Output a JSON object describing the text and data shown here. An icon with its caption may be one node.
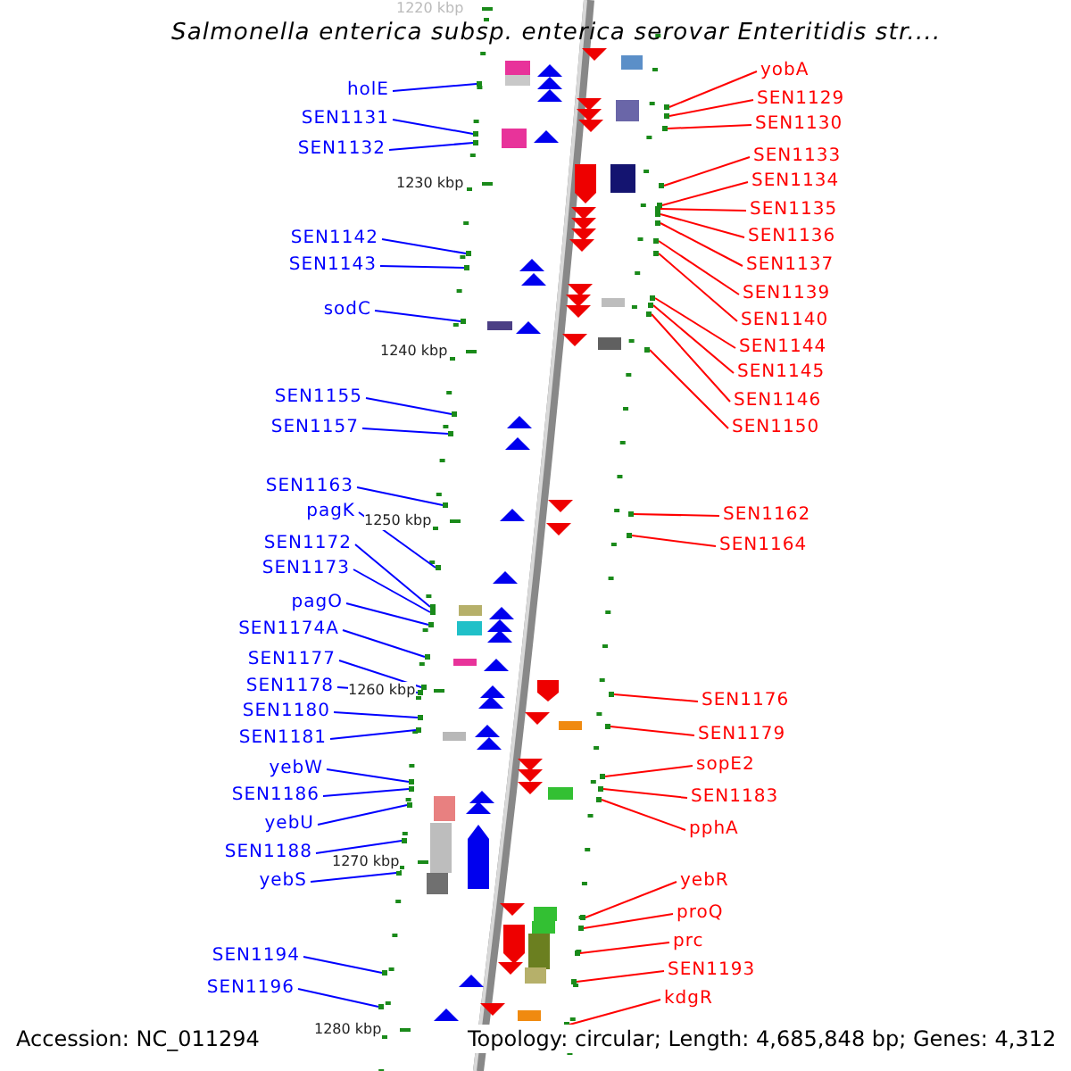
{
  "diagram": {
    "title": "Salmonella enterica subsp. enterica serovar Enteritidis str....",
    "nodes": [
      {
        "text": [
          "holE"
        ]
      },
      {
        "text": [
          "SEN1131"
        ]
      },
      {
        "text": [
          "SEN1132"
        ]
      },
      {
        "text": [
          "SEN1142"
        ]
      },
      {
        "text": [
          "SEN1143"
        ]
      },
      {
        "text": [
          "sodC"
        ]
      },
      {
        "text": [
          "SEN1155"
        ]
      },
      {
        "text": [
          "SEN1157"
        ]
      },
      {
        "text": [
          "SEN1163"
        ]
      },
      {
        "text": [
          "pagK"
        ]
      },
      {
        "text": [
          "SEN1172"
        ]
      },
      {
        "text": [
          "SEN1173"
        ]
      },
      {
        "text": [
          "pagO"
        ]
      },
      {
        "text": [
          "SEN1174A"
        ]
      },
      {
        "text": [
          "SEN1177"
        ]
      },
      {
        "text": [
          "SEN1178"
        ]
      },
      {
        "text": [
          "SEN1180"
        ]
      },
      {
        "text": [
          "SEN1181"
        ]
      },
      {
        "text": [
          "yebW"
        ]
      },
      {
        "text": [
          "SEN1186"
        ]
      },
      {
        "text": [
          "yebU"
        ]
      },
      {
        "text": [
          "SEN1188"
        ]
      },
      {
        "text": [
          "yebS"
        ]
      },
      {
        "text": [
          "SEN1194"
        ]
      },
      {
        "text": [
          "SEN1196"
        ]
      },
      {
        "text": [
          "yobA"
        ]
      },
      {
        "text": [
          "SEN1129"
        ]
      },
      {
        "text": [
          "SEN1130"
        ]
      },
      {
        "text": [
          "SEN1133"
        ]
      },
      {
        "text": [
          "SEN1134"
        ]
      },
      {
        "text": [
          "SEN1135"
        ]
      },
      {
        "text": [
          "SEN1136"
        ]
      },
      {
        "text": [
          "SEN1137"
        ]
      },
      {
        "text": [
          "SEN1139"
        ]
      },
      {
        "text": [
          "SEN1140"
        ]
      },
      {
        "text": [
          "SEN1144"
        ]
      },
      {
        "text": [
          "SEN1145"
        ]
      },
      {
        "text": [
          "SEN1146"
        ]
      },
      {
        "text": [
          "SEN1150"
        ]
      },
      {
        "text": [
          "SEN1162"
        ]
      },
      {
        "text": [
          "SEN1164"
        ]
      },
      {
        "text": [
          "SEN1176"
        ]
      },
      {
        "text": [
          "SEN1179"
        ]
      },
      {
        "text": [
          "sopE2"
        ]
      },
      {
        "text": [
          "SEN1183"
        ]
      },
      {
        "text": [
          "pphA"
        ]
      },
      {
        "text": [
          "yebR"
        ]
      },
      {
        "text": [
          "proQ"
        ]
      },
      {
        "text": [
          "prc"
        ]
      },
      {
        "text": [
          "SEN1193"
        ]
      },
      {
        "text": [
          "kdgR"
        ]
      },
      {
        "text": [],
        "shape": "bar"
      },
      {
        "text": [],
        "shape": "bar"
      },
      {
        "text": [],
        "shape": "bar"
      },
      {
        "text": [],
        "shape": "bar"
      },
      {
        "text": [],
        "shape": "bar"
      },
      {
        "text": [],
        "shape": "bar"
      },
      {
        "text": [],
        "shape": "bar"
      },
      {
        "text": [],
        "shape": "bar"
      },
      {
        "text": [],
        "shape": "bar"
      },
      {
        "text": [],
        "shape": "bar"
      },
      {
        "text": [],
        "shape": "bar"
      },
      {
        "text": [],
        "shape": "bar"
      },
      {
        "text": [],
        "shape": "bar"
      },
      {
        "text": [],
        "shape": "bar"
      },
      {
        "text": [],
        "shape": "bar"
      },
      {
        "text": [],
        "shape": "bar"
      },
      {
        "text": [],
        "shape": "bar"
      },
      {
        "text": [],
        "shape": "bar"
      },
      {
        "text": [],
        "shape": "bar"
      },
      {
        "text": [],
        "shape": "bar"
      },
      {
        "text": [],
        "shape": "bar"
      },
      {
        "text": [],
        "shape": "bar"
      },
      {
        "text": [],
        "shape": "bar"
      },
      {
        "text": [],
        "shape": "bar"
      },
      {
        "text": [],
        "shape": "bar"
      },
      {
        "text": [],
        "shape": "bar"
      },
      {
        "text": [],
        "shape": "bar"
      },
      {
        "text": [],
        "shape": "bar"
      },
      {
        "text": [],
        "shape": "bar"
      },
      {
        "text": [],
        "shape": "bar"
      },
      {
        "text": [],
        "shape": "bar"
      },
      {
        "text": [],
        "shape": "bar"
      },
      {
        "text": [],
        "shape": "bar"
      },
      {
        "text": [],
        "shape": "bar"
      },
      {
        "text": [],
        "shape": "bar"
      },
      {
        "text": [],
        "shape": "bar"
      },
      {
        "text": [],
        "shape": "bar"
      },
      {
        "text": [],
        "shape": "bar"
      },
      {
        "text": [],
        "shape": "bar"
      },
      {
        "text": [],
        "shape": "bar"
      },
      {
        "text": [],
        "shape": "bar"
      },
      {
        "text": [],
        "shape": "bar"
      },
      {
        "text": [],
        "shape": "bar"
      },
      {
        "text": [],
        "shape": "bar"
      },
      {
        "text": [],
        "shape": "bar"
      },
      {
        "text": [],
        "shape": "bar"
      },
      {
        "text": [],
        "shape": "bar"
      },
      {
        "text": [],
        "shape": "bar"
      },
      {
        "text": [],
        "shape": "bar"
      },
      {
        "text": [],
        "shape": "bar"
      },
      {
        "text": [],
        "shape": "bar"
      }
    ],
    "edges": [
      {
        "from": 0,
        "to": 51,
        "arrow": "none",
        "color": "#0000ff"
      },
      {
        "from": 1,
        "to": 52,
        "arrow": "none",
        "color": "#0000ff"
      },
      {
        "from": 2,
        "to": 53,
        "arrow": "none",
        "color": "#0000ff"
      },
      {
        "from": 3,
        "to": 54,
        "arrow": "none",
        "color": "#0000ff"
      },
      {
        "from": 4,
        "to": 55,
        "arrow": "none",
        "color": "#0000ff"
      },
      {
        "from": 5,
        "to": 56,
        "arrow": "none",
        "color": "#0000ff"
      },
      {
        "from": 6,
        "to": 57,
        "arrow": "none",
        "color": "#0000ff"
      },
      {
        "from": 7,
        "to": 58,
        "arrow": "none",
        "color": "#0000ff"
      },
      {
        "from": 8,
        "to": 59,
        "arrow": "none",
        "color": "#0000ff"
      },
      {
        "from": 9,
        "to": 60,
        "arrow": "none",
        "color": "#0000ff"
      },
      {
        "from": 10,
        "to": 61,
        "arrow": "none",
        "color": "#0000ff"
      },
      {
        "from": 11,
        "to": 62,
        "arrow": "none",
        "color": "#0000ff"
      },
      {
        "from": 12,
        "to": 63,
        "arrow": "none",
        "color": "#0000ff"
      },
      {
        "from": 13,
        "to": 64,
        "arrow": "none",
        "color": "#0000ff"
      },
      {
        "from": 14,
        "to": 65,
        "arrow": "none",
        "color": "#0000ff"
      },
      {
        "from": 15,
        "to": 66,
        "arrow": "none",
        "color": "#0000ff"
      },
      {
        "from": 16,
        "to": 67,
        "arrow": "none",
        "color": "#0000ff"
      },
      {
        "from": 17,
        "to": 68,
        "arrow": "none",
        "color": "#0000ff"
      },
      {
        "from": 18,
        "to": 69,
        "arrow": "none",
        "color": "#0000ff"
      },
      {
        "from": 19,
        "to": 70,
        "arrow": "none",
        "color": "#0000ff"
      },
      {
        "from": 20,
        "to": 71,
        "arrow": "none",
        "color": "#0000ff"
      },
      {
        "from": 21,
        "to": 72,
        "arrow": "none",
        "color": "#0000ff"
      },
      {
        "from": 22,
        "to": 73,
        "arrow": "none",
        "color": "#0000ff"
      },
      {
        "from": 23,
        "to": 74,
        "arrow": "none",
        "color": "#0000ff"
      },
      {
        "from": 24,
        "to": 75,
        "arrow": "none",
        "color": "#0000ff"
      },
      {
        "from": 25,
        "to": 76,
        "arrow": "none"
      },
      {
        "from": 26,
        "to": 77,
        "arrow": "none"
      },
      {
        "from": 27,
        "to": 78,
        "arrow": "none"
      },
      {
        "from": 28,
        "to": 79,
        "arrow": "none"
      },
      {
        "from": 29,
        "to": 80,
        "arrow": "none"
      },
      {
        "from": 30,
        "to": 81,
        "arrow": "none"
      },
      {
        "from": 31,
        "to": 82,
        "arrow": "none"
      },
      {
        "from": 32,
        "to": 83,
        "arrow": "none"
      },
      {
        "from": 33,
        "to": 84,
        "arrow": "none"
      },
      {
        "from": 34,
        "to": 85,
        "arrow": "none"
      },
      {
        "from": 35,
        "to": 86,
        "arrow": "none"
      },
      {
        "from": 36,
        "to": 87,
        "arrow": "none"
      },
      {
        "from": 37,
        "to": 88,
        "arrow": "none"
      },
      {
        "from": 38,
        "to": 89,
        "arrow": "none"
      },
      {
        "from": 39,
        "to": 90,
        "arrow": "none"
      },
      {
        "from": 40,
        "to": 91,
        "arrow": "none"
      },
      {
        "from": 41,
        "to": 92,
        "arrow": "none"
      },
      {
        "from": 42,
        "to": 93,
        "arrow": "none"
      },
      {
        "from": 43,
        "to": 94,
        "arrow": "none"
      },
      {
        "from": 44,
        "to": 95,
        "arrow": "none"
      },
      {
        "from": 45,
        "to": 96,
        "arrow": "none"
      },
      {
        "from": 46,
        "to": 97,
        "arrow": "none"
      },
      {
        "from": 47,
        "to": 98,
        "arrow": "none"
      },
      {
        "from": 48,
        "to": 99,
        "arrow": "none"
      },
      {
        "from": 49,
        "to": 100,
        "arrow": "none"
      },
      {
        "from": 50,
        "to": 101,
        "arrow": "none"
      }
    ],
    "labels": [
      "1220 kbp",
      "1230 kbp",
      "1240 kbp",
      "1250 kbp",
      "1260 kbp",
      "1270 kbp",
      "1280 kbp",
      "Accession: NC_011294",
      "Topology: circular; Length: 4,685,848 bp; Genes: 4,312"
    ]
  }
}
